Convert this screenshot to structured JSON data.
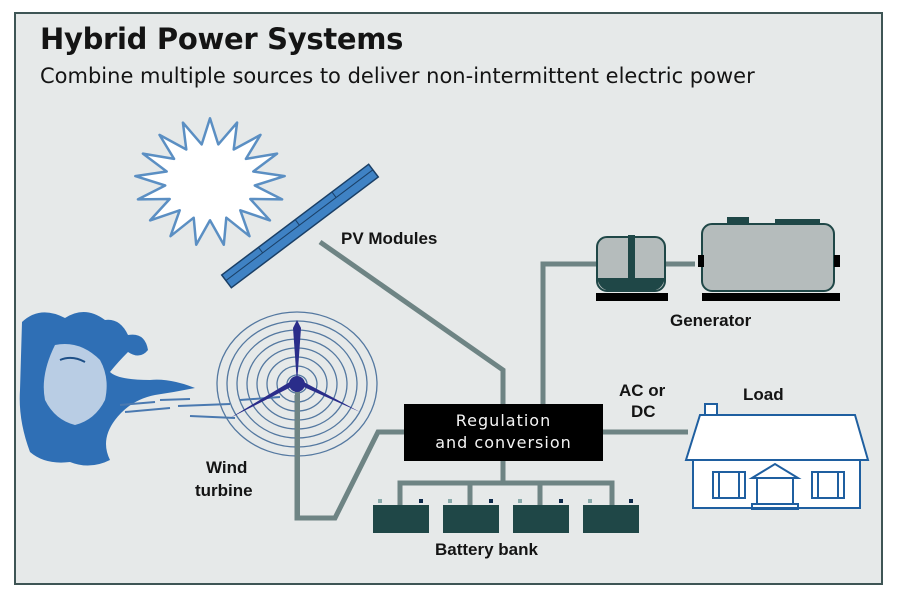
{
  "title": "Hybrid Power Systems",
  "subtitle": "Combine multiple sources to deliver non-intermittent electric power",
  "labels": {
    "pv_modules": "PV Modules",
    "generator": "Generator",
    "wind_line1": "Wind",
    "wind_line2": "turbine",
    "regulation_line1": "Regulation",
    "regulation_line2": "and conversion",
    "ac_line1": "AC or",
    "ac_line2": "DC",
    "load": "Load",
    "battery_bank": "Battery bank"
  },
  "components": [
    {
      "id": "sun",
      "icon": "sun-icon"
    },
    {
      "id": "pv",
      "icon": "solar-panel-icon"
    },
    {
      "id": "wind_face",
      "icon": "wind-god-icon"
    },
    {
      "id": "wind_turbine",
      "icon": "wind-turbine-icon"
    },
    {
      "id": "generator",
      "icon": "generator-icon"
    },
    {
      "id": "regulation",
      "icon": "controller-box"
    },
    {
      "id": "house",
      "icon": "house-icon"
    },
    {
      "id": "batteries",
      "icon": "battery-icon",
      "count": 4
    }
  ],
  "colors": {
    "background": "#e6e9e9",
    "frame": "#3e5555",
    "wire": "#6e8484",
    "battery": "#1f4747",
    "generator_body": "#b5bcbc",
    "generator_dark": "#1f4747",
    "panel": "#3f82c4",
    "turbine": "#2a2d8a",
    "house_stroke": "#1f5fa0",
    "sun_stroke": "#5b8fc3"
  }
}
